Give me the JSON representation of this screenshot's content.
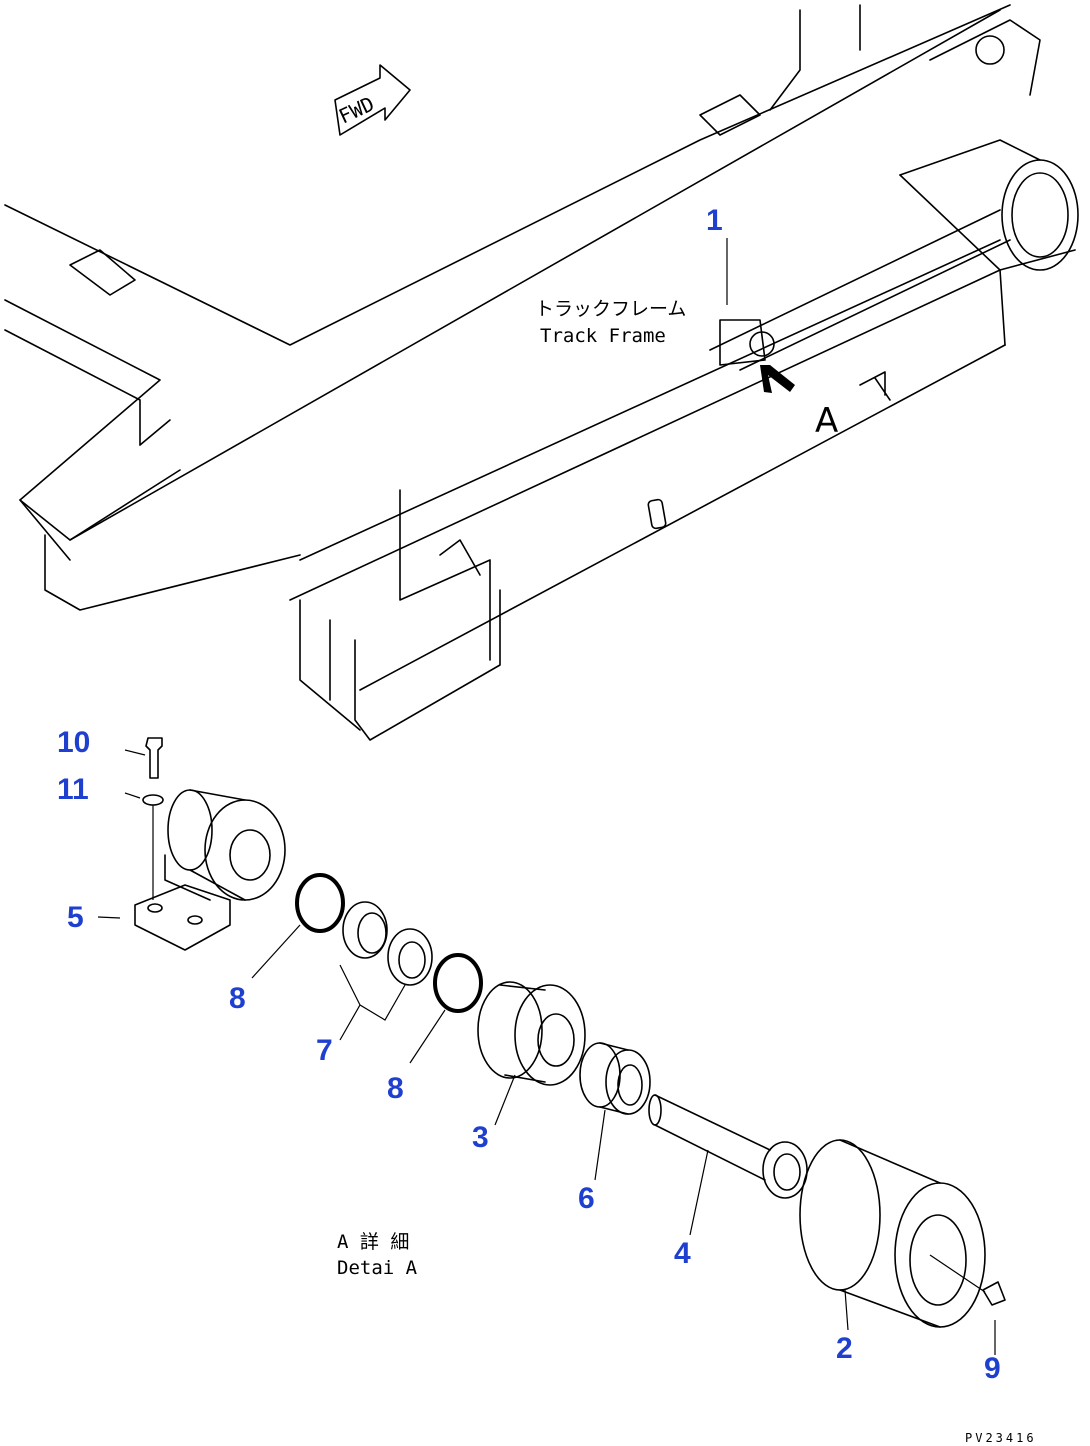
{
  "fwd_label": "FWD",
  "track_frame": {
    "jp": "トラックフレーム",
    "en": "Track Frame"
  },
  "view_letter": "A",
  "detail": {
    "jp": "A 詳 細",
    "en": "Detai A"
  },
  "figure_id": "PV23416",
  "callouts": [
    "1",
    "2",
    "3",
    "4",
    "5",
    "6",
    "7",
    "8",
    "8",
    "9",
    "10",
    "11"
  ],
  "colors": {
    "callout": "#1f3fcf",
    "linework": "#000000"
  }
}
